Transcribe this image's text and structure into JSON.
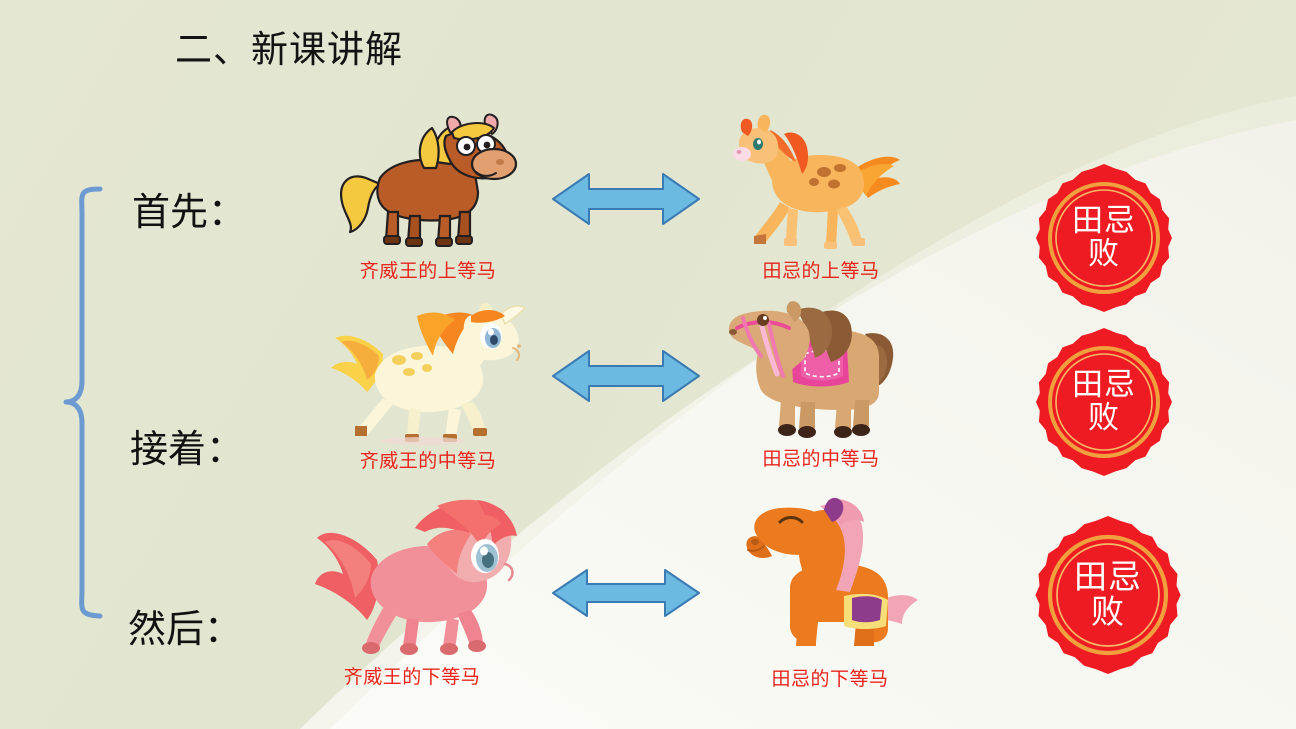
{
  "slide": {
    "title": "二、新课讲解",
    "background_color": "#e2e5cf",
    "background_accent_color": "#f6f6f1",
    "caption_color": "#e8241d",
    "seal_color": "#ef1c23",
    "seal_ring_color": "#f0a03c",
    "arrow_fill": "#6bb8e0",
    "arrow_stroke": "#3c7cb4",
    "brace_color": "#6d9bd1"
  },
  "steps": [
    {
      "label": "首先：",
      "name": "step-first"
    },
    {
      "label": "接着：",
      "name": "step-next"
    },
    {
      "label": "然后：",
      "name": "step-then"
    }
  ],
  "matchups": [
    {
      "left_caption": "齐威王的上等马",
      "right_caption": "田忌的上等马",
      "left_horse": "brown-horse-blonde-mane",
      "right_horse": "orange-spotted-foal",
      "arrow": "double-headed-arrow",
      "result": {
        "line1": "田忌",
        "line2": "败"
      }
    },
    {
      "left_caption": "齐威王的中等马",
      "right_caption": "田忌的中等马",
      "left_horse": "cream-foal-orange-mane",
      "right_horse": "tan-pony-pink-saddle",
      "arrow": "double-headed-arrow",
      "result": {
        "line1": "田忌",
        "line2": "败"
      }
    },
    {
      "left_caption": "齐威王的下等马",
      "right_caption": "田忌的下等马",
      "left_horse": "pink-pony-red-mane",
      "right_horse": "orange-toy-horse-pink-mane",
      "arrow": "double-headed-arrow",
      "result": {
        "line1": "田忌",
        "line2": "败"
      }
    }
  ]
}
